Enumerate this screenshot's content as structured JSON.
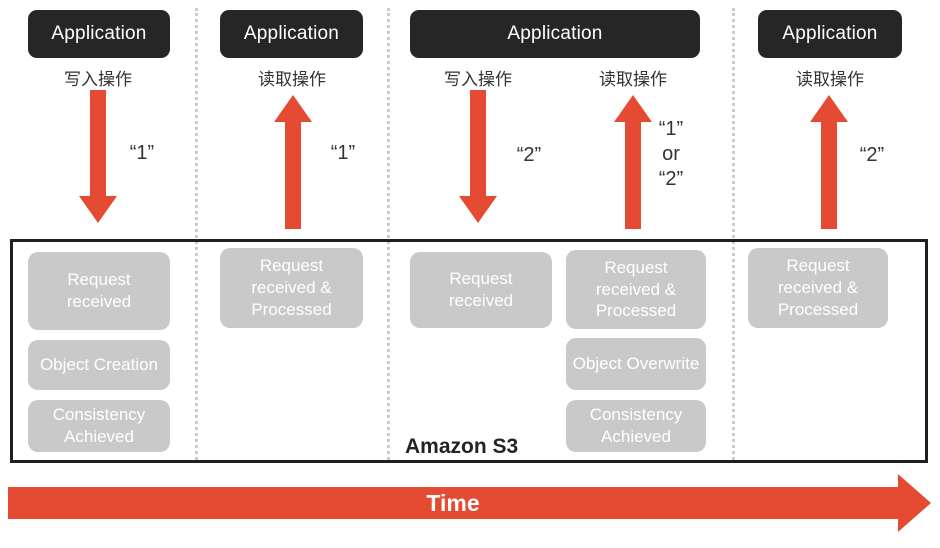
{
  "palette": {
    "red": "#e54a33",
    "dark_box": "#262626",
    "gray_event_box": "#c9c9c9",
    "text_dark": "#333333",
    "dotted_line": "#cccccc"
  },
  "apps": [
    {
      "label": "Application"
    },
    {
      "label": "Application"
    },
    {
      "label": "Application"
    },
    {
      "label": "Application"
    }
  ],
  "lanes": [
    {
      "op": "写入操作",
      "direction": "down",
      "values": [
        "“1”"
      ],
      "events": [
        "Request received",
        "Object Creation",
        "Consistency Achieved"
      ]
    },
    {
      "op": "读取操作",
      "direction": "up",
      "values": [
        "“1”"
      ],
      "events": [
        "Request received & Processed"
      ]
    },
    {
      "op": "写入操作",
      "direction": "down",
      "values": [
        "“2”"
      ],
      "events": [
        "Request received"
      ]
    },
    {
      "op": "读取操作",
      "direction": "up",
      "values": [
        "“1”",
        "or",
        "“2”"
      ],
      "events": [
        "Request received & Processed",
        "Object Overwrite",
        "Consistency Achieved"
      ]
    },
    {
      "op": "读取操作",
      "direction": "up",
      "values": [
        "“2”"
      ],
      "events": [
        "Request received & Processed"
      ]
    }
  ],
  "s3": {
    "label": "Amazon S3"
  },
  "timeline": {
    "label": "Time"
  }
}
